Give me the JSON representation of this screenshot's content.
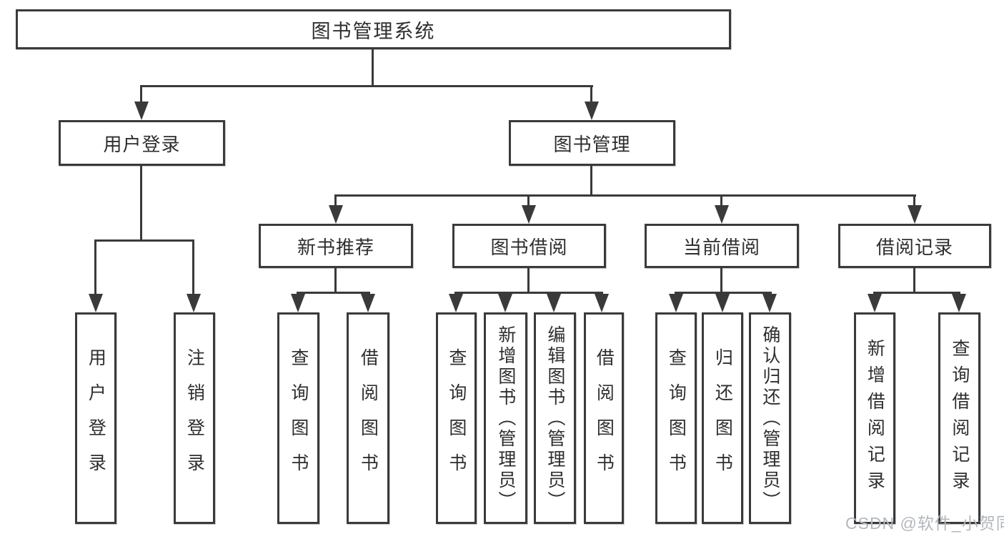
{
  "diagram": {
    "title": "图书管理系统",
    "branches": [
      {
        "label": "用户登录",
        "children": [
          {
            "label": "用户登录"
          },
          {
            "label": "注销登录"
          }
        ]
      },
      {
        "label": "图书管理",
        "children": [
          {
            "label": "新书推荐",
            "children": [
              {
                "label": "查询图书"
              },
              {
                "label": "借阅图书"
              }
            ]
          },
          {
            "label": "图书借阅",
            "children": [
              {
                "label": "查询图书"
              },
              {
                "label": "新增图书（管理员）"
              },
              {
                "label": "编辑图书（管理员）"
              },
              {
                "label": "借阅图书"
              }
            ]
          },
          {
            "label": "当前借阅",
            "children": [
              {
                "label": "查询图书"
              },
              {
                "label": "归还图书"
              },
              {
                "label": "确认归还（管理员）"
              }
            ]
          },
          {
            "label": "借阅记录",
            "children": [
              {
                "label": "新增借阅记录"
              },
              {
                "label": "查询借阅记录"
              }
            ]
          }
        ]
      }
    ]
  },
  "watermark": {
    "text": "CSDN @软件_小贺同学"
  },
  "colors": {
    "line": "#3a3a3a",
    "text": "#2e2e2e",
    "watermark": "#b3b8bd",
    "background": "#ffffff"
  }
}
